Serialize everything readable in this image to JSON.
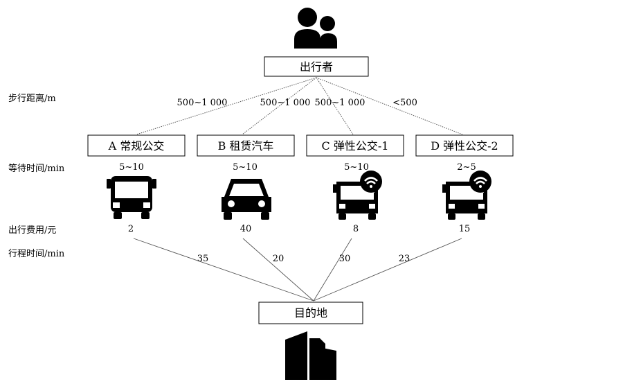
{
  "traveler": {
    "label": "出行者",
    "icon": "people-icon"
  },
  "destination": {
    "label": "目的地",
    "icon": "building-icon"
  },
  "row_labels": {
    "walk_distance": "步行距离/m",
    "wait_time": "等待时间/min",
    "cost": "出行费用/元",
    "travel_time": "行程时间/min"
  },
  "modes": [
    {
      "label": "A 常规公交",
      "icon": "bus-icon",
      "walk_distance": "500~1 000",
      "wait_time": "5~10",
      "cost": "2",
      "travel_time": "35"
    },
    {
      "label": "B 租赁汽车",
      "icon": "car-icon",
      "walk_distance": "500~1 000",
      "wait_time": "5~10",
      "cost": "40",
      "travel_time": "20"
    },
    {
      "label": "C 弹性公交-1",
      "icon": "flexible-bus-icon",
      "walk_distance": "500~1 000",
      "wait_time": "5~10",
      "cost": "8",
      "travel_time": "30"
    },
    {
      "label": "D 弹性公交-2",
      "icon": "flexible-bus-icon",
      "walk_distance": "<500",
      "wait_time": "2~5",
      "cost": "15",
      "travel_time": "23"
    }
  ]
}
